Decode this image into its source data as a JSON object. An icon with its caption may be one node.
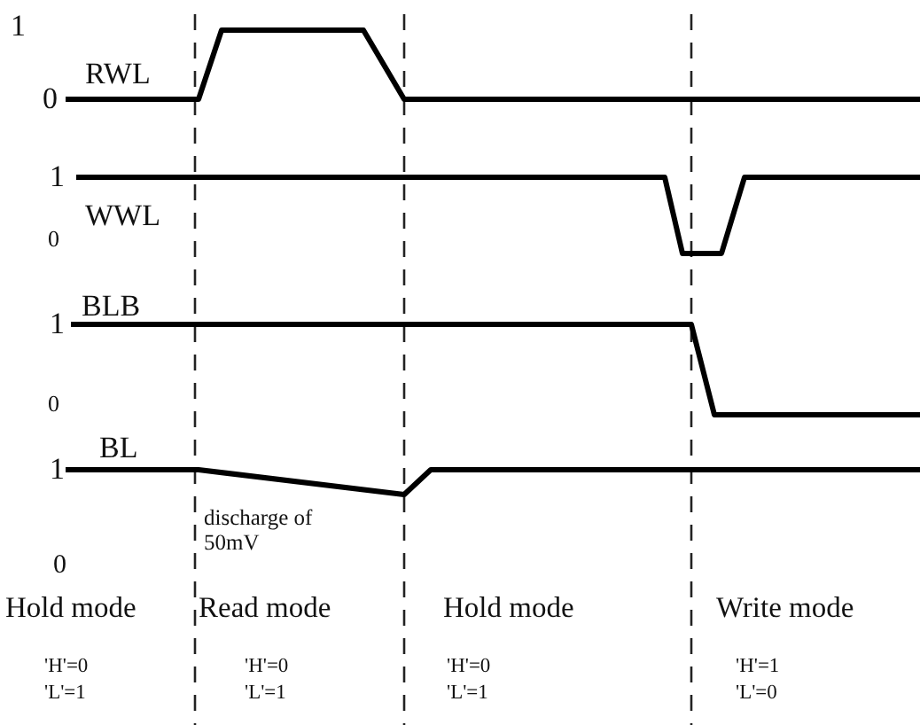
{
  "diagram": {
    "labels": [
      "1",
      "RWL",
      "0",
      "1",
      "WWL",
      "0",
      "1",
      "BLB",
      "0",
      "1",
      "BL",
      "discharge of 50mV",
      "0",
      "Hold mode",
      "Read mode",
      "Hold mode",
      "Write mode",
      "'H'=0",
      "'H'=0",
      "'H'=0",
      "'H'=1",
      "'L'=1",
      "'L'=1",
      "'L'=1",
      "'L'=0"
    ]
  }
}
